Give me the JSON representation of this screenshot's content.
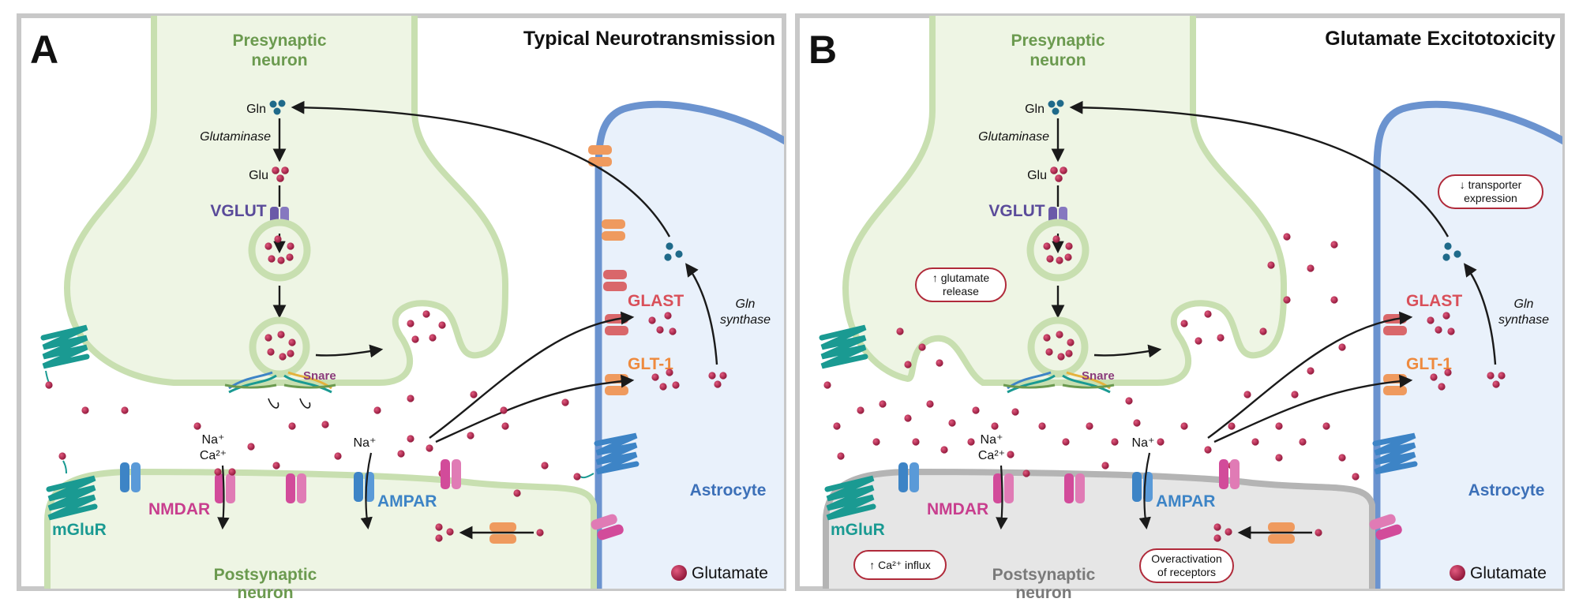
{
  "panel_a": {
    "letter": "A",
    "title": "Typical Neurotransmission",
    "presynaptic": [
      "Presynaptic",
      "neuron"
    ],
    "postsynaptic": [
      "Postsynaptic",
      "neuron"
    ],
    "astrocyte": "Astrocyte",
    "gln": "Gln",
    "glu": "Glu",
    "glutaminase": "Glutaminase",
    "vglut": "VGLUT",
    "snare": "Snare",
    "glast": "GLAST",
    "glt1": "GLT-1",
    "gln_synthase": [
      "Gln",
      "synthase"
    ],
    "na_ca": [
      "Na⁺",
      "Ca²⁺"
    ],
    "na": "Na⁺",
    "nmdar": "NMDAR",
    "ampar": "AMPAR",
    "mglur": "mGluR",
    "legend": "Glutamate"
  },
  "panel_b": {
    "letter": "B",
    "title": "Glutamate Excitotoxicity",
    "presynaptic": [
      "Presynaptic",
      "neuron"
    ],
    "postsynaptic": [
      "Postsynaptic",
      "neuron"
    ],
    "astrocyte": "Astrocyte",
    "gln": "Gln",
    "glu": "Glu",
    "glutaminase": "Glutaminase",
    "vglut": "VGLUT",
    "snare": "Snare",
    "glast": "GLAST",
    "glt1": "GLT-1",
    "gln_synthase": [
      "Gln",
      "synthase"
    ],
    "na_ca": [
      "Na⁺",
      "Ca²⁺"
    ],
    "na": "Na⁺",
    "nmdar": "NMDAR",
    "ampar": "AMPAR",
    "mglur": "mGluR",
    "legend": "Glutamate",
    "note_release": [
      "↑ glutamate",
      "release"
    ],
    "note_transporter": [
      "↓ transporter",
      "expression"
    ],
    "note_influx": "↑ Ca²⁺ influx",
    "note_overactivation": [
      "Overactivation",
      "of receptors"
    ]
  },
  "colors": {
    "neuron_fill": "#eef5e4",
    "neuron_stroke": "#c8dfb0",
    "astro_fill": "#e9f1fb",
    "astro_stroke": "#6b93cf",
    "post_gray_fill": "#e6e6e6",
    "post_gray_stroke": "#b4b4b4",
    "glutamate": "#b0234a",
    "glutamine": "#1f6a8a",
    "vglut": "#6a5aa8",
    "glast": "#d9676a",
    "glt1": "#ef9a5e",
    "nmdar": "#d24b9a",
    "ampar": "#3d84c6",
    "mglur": "#1a9a92",
    "label_green": "#6b9a4f",
    "label_gray": "#7a7a7a",
    "note_border": "#b02a3a"
  }
}
